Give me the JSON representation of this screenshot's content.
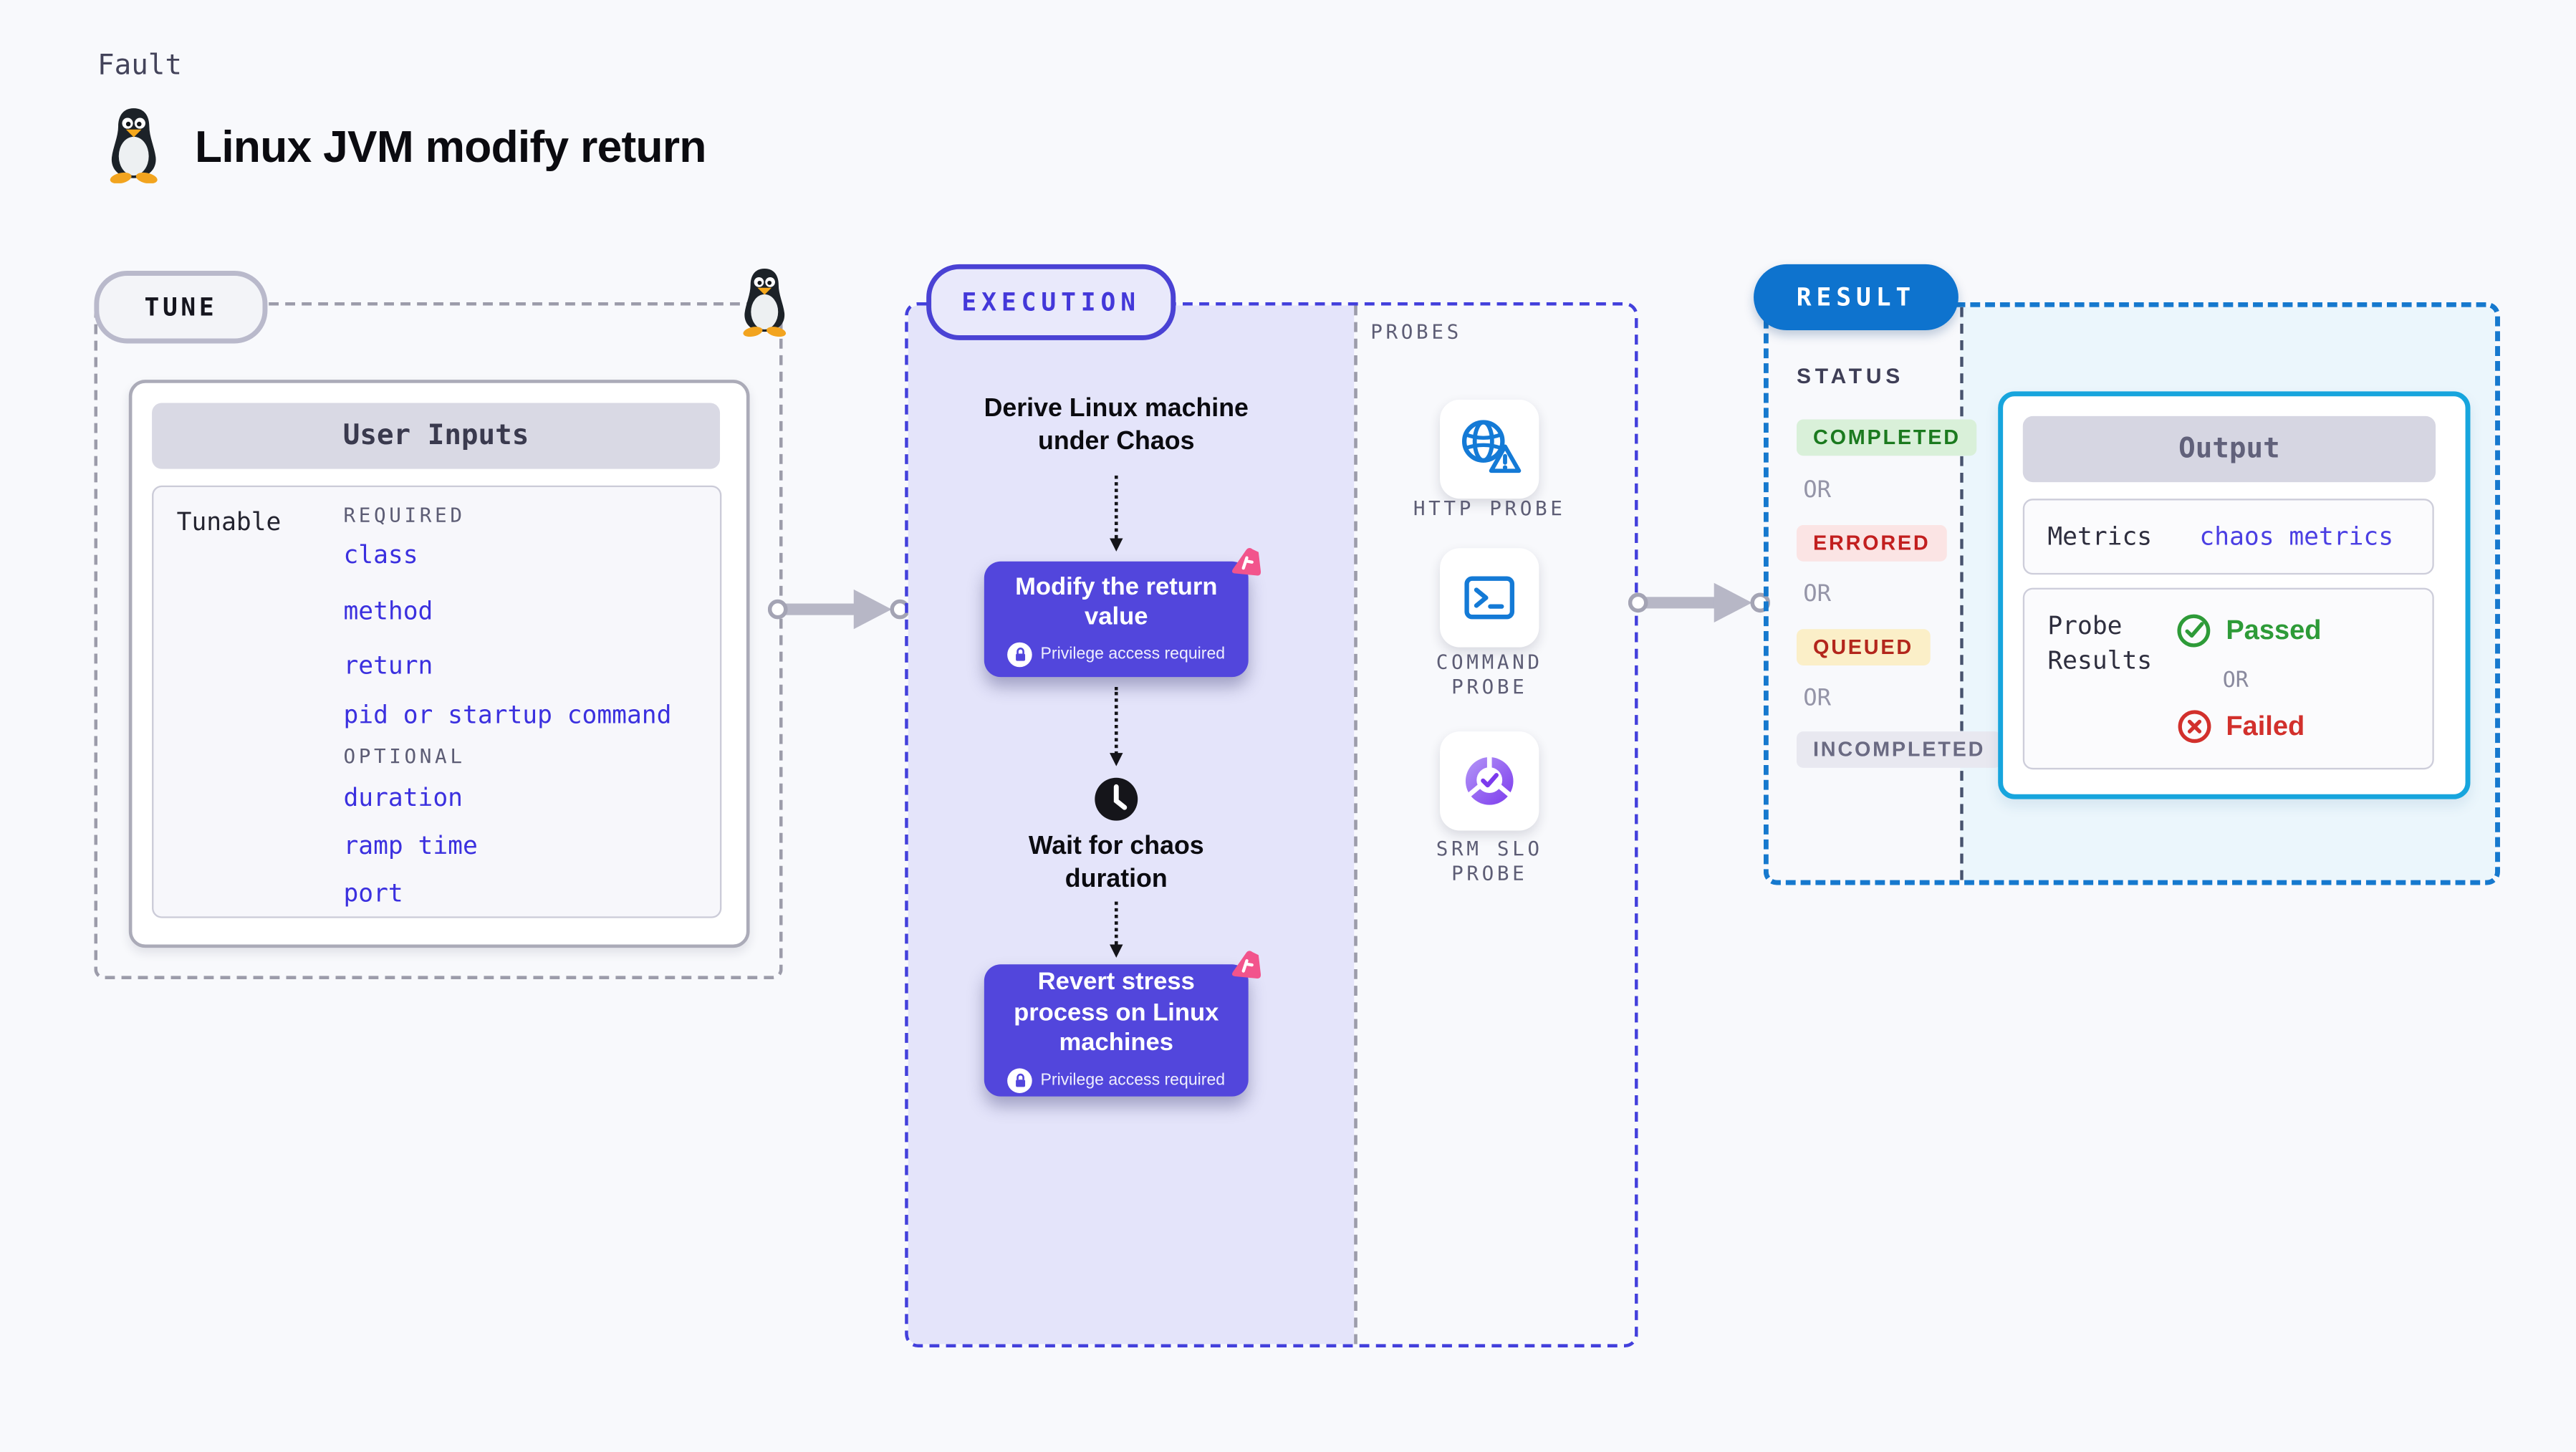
{
  "header": {
    "eyebrow": "Fault",
    "title": "Linux JVM modify return",
    "icon": "tux-penguin"
  },
  "tune": {
    "pill_label": "TUNE",
    "user_inputs_header": "User Inputs",
    "tunable_label": "Tunable",
    "required_label": "REQUIRED",
    "required_items": [
      "class",
      "method",
      "return",
      "pid or startup command"
    ],
    "optional_label": "OPTIONAL",
    "optional_items": [
      "duration",
      "ramp time",
      "port"
    ]
  },
  "execution": {
    "pill_label": "EXECUTION",
    "derive_label": "Derive Linux machine\nunder Chaos",
    "modify_step": {
      "label": "Modify the return\nvalue",
      "badge": "Privilege access required"
    },
    "wait_label": "Wait for chaos\nduration",
    "revert_step": {
      "label": "Revert stress\nprocess on Linux\nmachines",
      "badge": "Privilege access required"
    }
  },
  "probes": {
    "section_label": "PROBES",
    "items": [
      {
        "label": "HTTP PROBE",
        "icon": "globe-alert-icon"
      },
      {
        "label": "COMMAND\nPROBE",
        "icon": "terminal-icon"
      },
      {
        "label": "SRM SLO\nPROBE",
        "icon": "slo-donut-check-icon"
      }
    ]
  },
  "result": {
    "pill_label": "RESULT",
    "status_label": "STATUS",
    "or_label": "OR",
    "statuses": [
      {
        "label": "COMPLETED",
        "fg": "#1B7A1F",
        "bg": "#D9F0D9"
      },
      {
        "label": "ERRORED",
        "fg": "#C21F1F",
        "bg": "#FBE4E4"
      },
      {
        "label": "QUEUED",
        "fg": "#B3261C",
        "bg": "#FBEFC8"
      },
      {
        "label": "INCOMPLETED",
        "fg": "#6A6A82",
        "bg": "#E8E8F0"
      }
    ],
    "output": {
      "header": "Output",
      "metrics_label": "Metrics",
      "metrics_value": "chaos metrics",
      "probe_results_label": "Probe\nResults",
      "passed_label": "Passed",
      "or_label": "OR",
      "failed_label": "Failed"
    }
  },
  "colors": {
    "page_bg": "#F8F9FC",
    "accent_indigo": "#4340DC",
    "execution_panel_purple": "#E4E4FA",
    "step_node_purple": "#5246DC",
    "chaos_icon_pink": "#F2548C",
    "result_blue_dash": "#1679CE",
    "result_pill_blue": "#0E73CE",
    "output_border_cyan": "#17A5DD",
    "output_panel_bg": "#EBF6FC",
    "probe_icon_blue": "#147AD6",
    "passed_green": "#2E9B38",
    "failed_red": "#D2302C",
    "arrow_gray": "#B7B7C6"
  }
}
